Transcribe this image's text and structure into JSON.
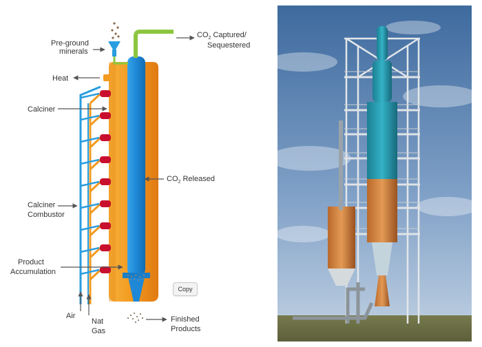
{
  "labels": {
    "pre_ground": [
      "Pre-ground",
      "minerals"
    ],
    "co2_captured_pre": "CO",
    "co2_captured_sub": "2",
    "co2_captured_post": " Captured/",
    "sequestered": "Sequestered",
    "heat": "Heat",
    "calciner": "Calciner",
    "co2_released_pre": "CO",
    "co2_released_sub": "2",
    "co2_released_post": " Released",
    "calciner_combustor": [
      "Calciner",
      "Combustor"
    ],
    "product_accumulation": [
      "Product",
      "Accumulation"
    ],
    "air": "Air",
    "nat_gas": [
      "Nat",
      "Gas"
    ],
    "finished_products": [
      "Finished",
      "Products"
    ]
  },
  "copy_button": "Copy",
  "colors": {
    "blue": "#1e88d6",
    "orange": "#f39a1f",
    "green": "#8cc63f",
    "red": "#c8102e",
    "sky": "#5f86b4",
    "ground": "#6b6e45",
    "steel": "#dfe3e6",
    "teal": "#2aa5b8"
  }
}
